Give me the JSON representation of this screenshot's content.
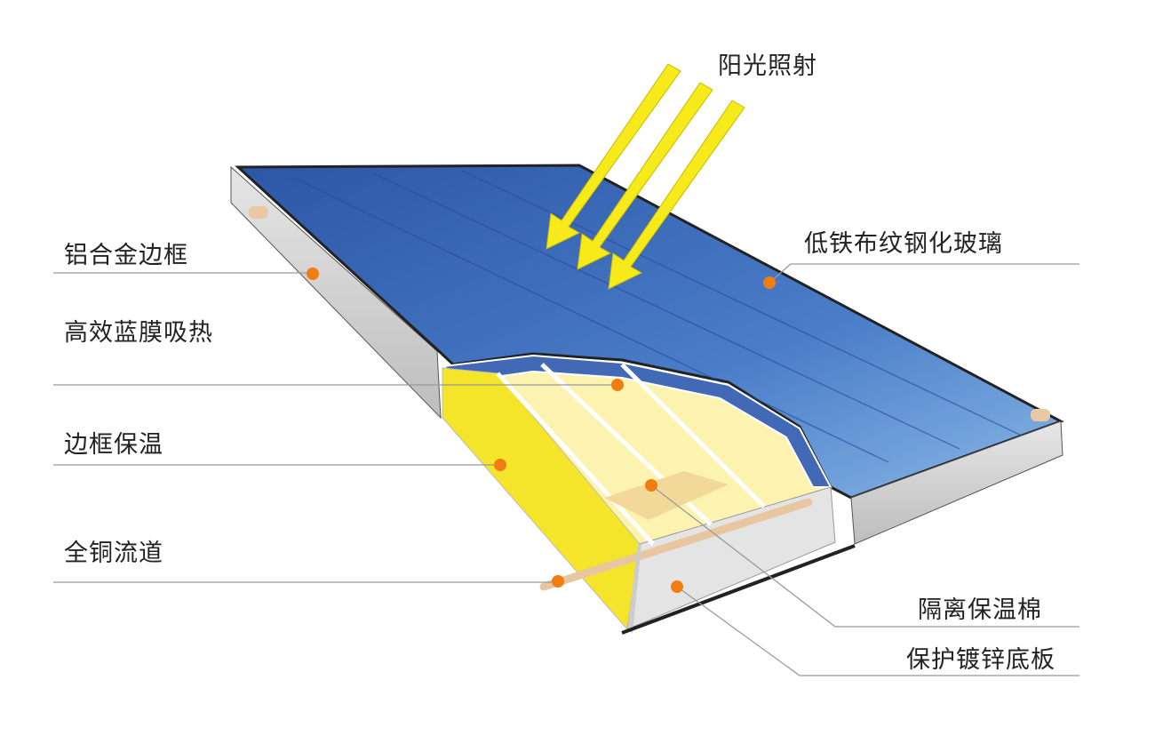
{
  "title": "阳光照射",
  "labels": {
    "glass": "低铁布纹钢化玻璃",
    "frame": "铝合金边框",
    "absorber": "高效蓝膜吸热",
    "frame_insulation": "边框保温",
    "copper_channel": "全铜流道",
    "insulation_cotton": "隔离保温棉",
    "base_plate": "保护镀锌底板"
  },
  "colors": {
    "glass": "#3f6fbf",
    "sunlight": "#f7ea1a",
    "marker": "#f07d10",
    "frame": "#c9c9c9",
    "insulation": "#f5e52a"
  }
}
